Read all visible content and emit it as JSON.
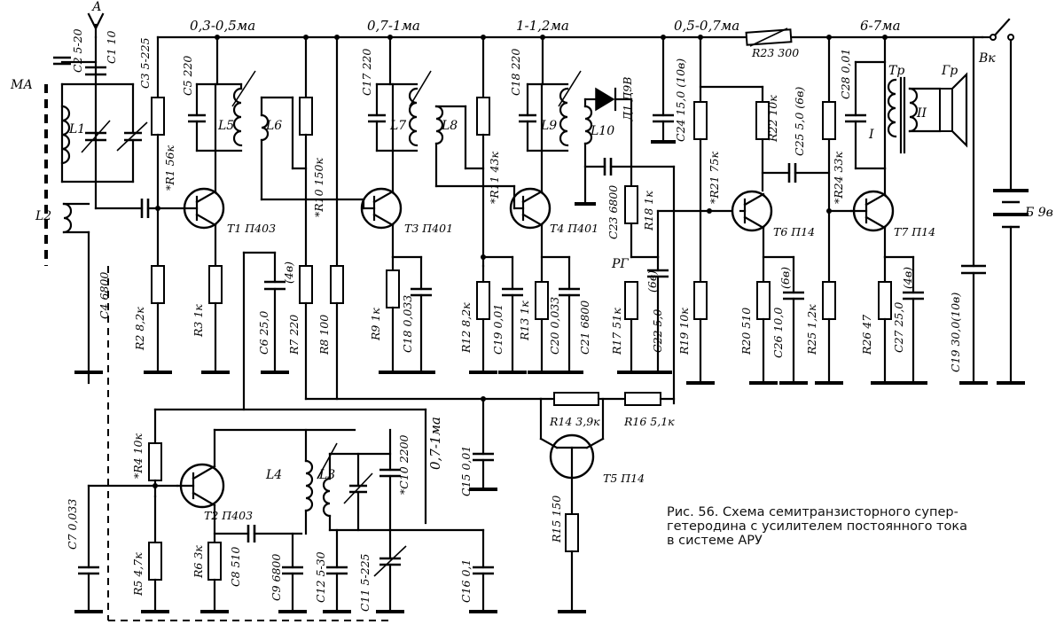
{
  "currents": [
    "0,3-0,5ма",
    "0,7-1ма",
    "1-1,2ма",
    "0,5-0,7ма",
    "6-7ма",
    "0,7-1ма"
  ],
  "antenna": {
    "top": "А",
    "ma": "МА",
    "l1": "L1",
    "l2": "L2",
    "c2": "C2 5-20",
    "c1": "C1 10",
    "c3": "C3 5-225",
    "c4": "C4 6800"
  },
  "stage1": {
    "c5": "C5 220",
    "l5": "L5",
    "l6": "L6",
    "r1": "*R1 56к",
    "r10": "*R10 150к",
    "t1": "T1 П403",
    "r2": "R2 8,2к",
    "r3": "R3 1к",
    "c6": "C6 25,0",
    "c6v": "(4в)",
    "r7": "R7 220",
    "r8": "R8 100"
  },
  "stage3": {
    "c17": "C17 220",
    "l7": "L7",
    "l8": "L8",
    "r11": "*R11 43к",
    "t3": "T3 П401",
    "r9": "R9 1к",
    "c18": "C18 0,033",
    "r12": "R12 8,2к",
    "c19": "C19 0,01"
  },
  "stage4": {
    "c18b": "C18 220",
    "l9": "L9",
    "l10": "L10",
    "d1": "Д1 Д9В",
    "c23": "C23 6800",
    "r18": "R18 1к",
    "t4": "T4 П401",
    "r13": "R13 1к",
    "c20": "C20 0,033",
    "c21": "C21 6800",
    "pi": "РГ",
    "c22v": "(6в)",
    "r17": "R17 51к",
    "c22": "C22 5,0"
  },
  "stage6": {
    "c24": "C24 15,0 (10в)",
    "r21": "*R21 75к",
    "r22": "R22 10к",
    "c25": "C25 5,0 (6в)",
    "t6": "T6 П14",
    "r19": "R19 10к",
    "r20": "R20 510",
    "c26": "C26 10,0",
    "c26v": "(6в)",
    "r23": "R23 300"
  },
  "stage7": {
    "c28": "C28 0,01",
    "tr": "Тр",
    "gr": "Гр",
    "w1": "I",
    "w2": "II",
    "r24": "*R24 33к",
    "t7": "T7 П14",
    "r25": "R25 1,2к",
    "r26": "R26 47",
    "c27": "C27 25,0",
    "c27v": "(4в)",
    "c19b": "C19 30,0(10в)",
    "vk": "Вк",
    "bat": "Б 9в"
  },
  "oscillator": {
    "r4": "*R4 10к",
    "c7": "C7 0,033",
    "t2": "T2 П403",
    "l4": "L4",
    "l3": "L3",
    "c10": "*C10 2200",
    "r5": "R5 4,7к",
    "r6": "R6 3к",
    "c8": "C8 510",
    "c9": "C9 6800",
    "c12": "C12 5-30",
    "c11": "C11 5-225",
    "c15": "C15 0,01",
    "c16": "C16 0,1"
  },
  "agc": {
    "r14": "R14 3,9к",
    "r16": "R16 5,1к",
    "t5": "T5 П14",
    "r15": "R15 150"
  },
  "caption": [
    "Рис. 56. Схема семитранзисторного супер-",
    "гетеродина с усилителем постоянного тока",
    "в системе АРУ"
  ]
}
